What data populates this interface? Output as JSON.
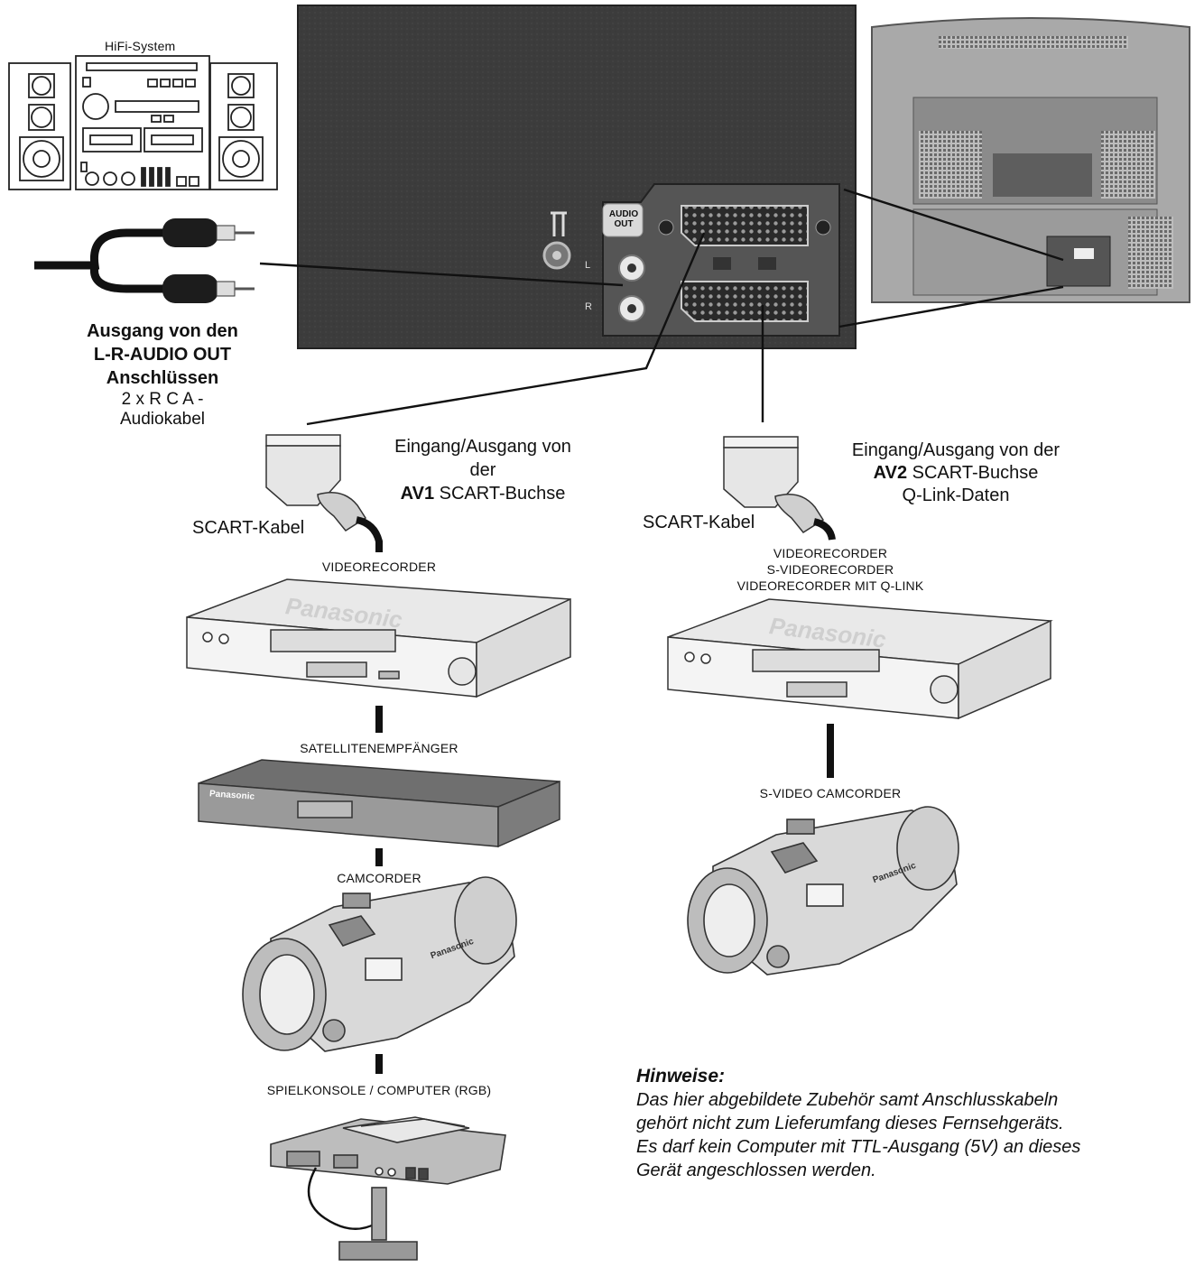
{
  "hifi": {
    "label": "HiFi-System"
  },
  "panel": {
    "audio_badge_line1": "AUDIO",
    "audio_badge_line2": "OUT",
    "jack_l": "L",
    "jack_r": "R"
  },
  "audio_out": {
    "line1": "Ausgang von den",
    "line2": "L-R-AUDIO OUT",
    "line3": "Anschlüssen",
    "line4": "2 x R C A -",
    "line5": "Audiokabel"
  },
  "av1": {
    "line1": "Eingang/Ausgang von",
    "line2": "der",
    "line3_bold": "AV1",
    "line3_rest": " SCART-Buchse",
    "cable_label": "SCART-Kabel"
  },
  "av2": {
    "line1": "Eingang/Ausgang von der",
    "line2_bold": "AV2",
    "line2_rest": " SCART-Buchse",
    "line3": "Q-Link-Daten",
    "cable_label": "SCART-Kabel"
  },
  "devices_left": {
    "vcr": "VIDEORECORDER",
    "sat": "SATELLITENEMPFÄNGER",
    "cam": "CAMCORDER",
    "console": "SPIELKONSOLE / COMPUTER (RGB)"
  },
  "devices_right": {
    "vcr1": "VIDEORECORDER",
    "vcr2": "S-VIDEORECORDER",
    "vcr3": "VIDEORECORDER MIT Q-LINK",
    "cam": "S-VIDEO CAMCORDER"
  },
  "brand": {
    "name": "Panasonic"
  },
  "notes": {
    "title": "Hinweise:",
    "line1": "Das hier abgebildete Zubehör samt Anschlusskabeln",
    "line2": "gehört nicht zum Lieferumfang dieses Fernsehgeräts.",
    "line3": "Es darf kein Computer mit TTL-Ausgang (5V) an dieses",
    "line4": "Gerät angeschlossen werden."
  }
}
